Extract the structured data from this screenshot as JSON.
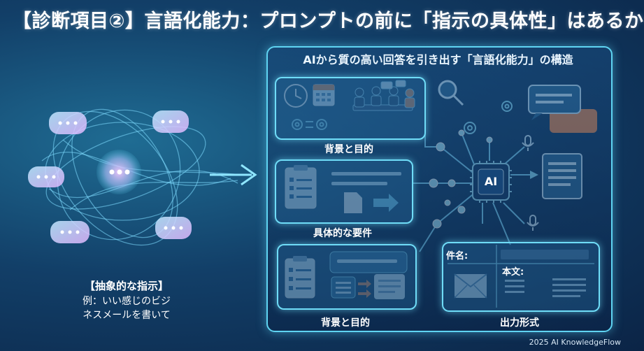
{
  "title": "【診断項目②】言語化能力：プロンプトの前に「指示の具体性」はあるか",
  "panel_title": "AIから質の高い回答を引き出す「言語化能力」の構造",
  "left": {
    "heading": "【抽象的な指示】",
    "example_line1": "例：いい感じのビジ",
    "example_line2": "ネスメールを書いて"
  },
  "boxes": {
    "background_purpose_top": "背景と目的",
    "specific_requirements": "具体的な要件",
    "background_purpose_bottom": "背景と目的",
    "output_format": "出力形式"
  },
  "output_form": {
    "subject_label": "件名:",
    "body_label": "本文:"
  },
  "hub_label": "AI",
  "footer": "2025 AI KnowledgeFlow",
  "colors": {
    "accent": "#5fd4f2",
    "orange": "#f08a4b",
    "background_dark": "#0b2446"
  }
}
